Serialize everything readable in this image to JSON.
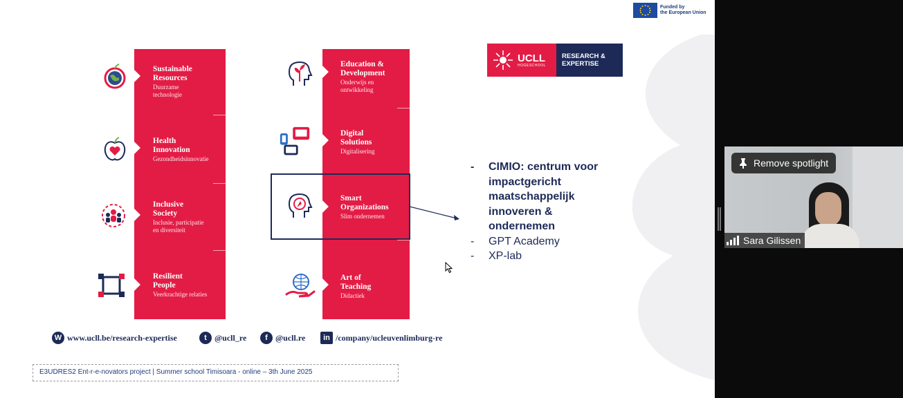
{
  "eu_badge": {
    "line1": "Funded by",
    "line2": "the European Union"
  },
  "left_items": [
    {
      "title_l1": "Sustainable",
      "title_l2": "Resources",
      "sub_l1": "Duurzame",
      "sub_l2": "technologie",
      "icon": "globe-apple-icon"
    },
    {
      "title_l1": "Health",
      "title_l2": "Innovation",
      "sub_l1": "Gezondheidsinnovatie",
      "sub_l2": "",
      "icon": "apple-heart-icon"
    },
    {
      "title_l1": "Inclusive",
      "title_l2": "Society",
      "sub_l1": "Inclusie, participatie",
      "sub_l2": "en diversiteit",
      "icon": "people-circle-icon"
    },
    {
      "title_l1": "Resilient",
      "title_l2": "People",
      "sub_l1": "Veerkrachtige relaties",
      "sub_l2": "",
      "icon": "hands-square-icon"
    }
  ],
  "right_items": [
    {
      "title_l1": "Education &",
      "title_l2": "Development",
      "sub_l1": "Onderwijs en",
      "sub_l2": "ontwikkeling",
      "icon": "head-plant-icon"
    },
    {
      "title_l1": "Digital",
      "title_l2": "Solutions",
      "sub_l1": "Digitalisering",
      "sub_l2": "",
      "icon": "devices-icon"
    },
    {
      "title_l1": "Smart",
      "title_l2": "Organizations",
      "sub_l1": "Slim ondernemen",
      "sub_l2": "",
      "icon": "head-compass-icon"
    },
    {
      "title_l1": "Art of",
      "title_l2": "Teaching",
      "sub_l1": "Didactiek",
      "sub_l2": "",
      "icon": "hand-globe-icon"
    }
  ],
  "ucll_logo": {
    "name": "UCLL",
    "sub": "HOGESCHOOL",
    "right_l1": "RESEARCH &",
    "right_l2": "EXPERTISE"
  },
  "bullets": [
    {
      "dash": "-",
      "lines": [
        "CIMIO: centrum voor",
        "impactgericht",
        "maatschappelijk",
        "innoveren &",
        "ondernemen"
      ],
      "bold": true
    },
    {
      "dash": "-",
      "lines": [
        "GPT Academy"
      ],
      "bold": false
    },
    {
      "dash": "-",
      "lines": [
        "XP-lab"
      ],
      "bold": false
    }
  ],
  "social": {
    "web": {
      "glyph": "W",
      "text": "www.ucll.be/research-expertise"
    },
    "twitter": {
      "glyph": "t",
      "text": "@ucll_re"
    },
    "facebook": {
      "glyph": "f",
      "text": "@ucll.re"
    },
    "linkedin": {
      "glyph": "in",
      "text": "/company/ucleuvenlimburg-re"
    }
  },
  "footer_text": "E3UDRES2 Ent-r-e-novators project | Summer school Timisoara - online – 3th  June 2025",
  "video": {
    "spotlight_label": "Remove spotlight",
    "participant_name": "Sara Gilissen"
  },
  "colors": {
    "red": "#e31c45",
    "navy": "#1d2a57",
    "eu_blue": "#1d4aa3"
  }
}
